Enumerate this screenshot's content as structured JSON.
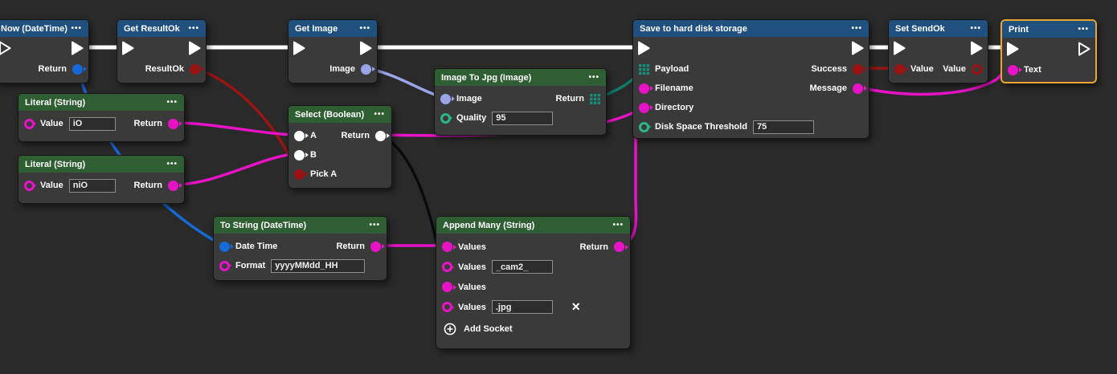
{
  "icons": {
    "menu": "•••",
    "delete_socket": "✕"
  },
  "colors": {
    "canvas_bg": "#2a2a2a",
    "node_bg": "#3a3a3a",
    "header_blue": "#20507e",
    "header_green": "#2f5e33",
    "selected_border": "#eda52f",
    "type_string": "#e813c6",
    "type_boolean_result": "#9b1312",
    "type_datetime": "#1769d6",
    "type_image": "#9aa5e9",
    "type_bytes": "#14917b",
    "type_number": "#2bb889",
    "type_generic": "#ffffff",
    "wire_exec": "#ffffff",
    "wire_black": "#0b0b0b"
  },
  "nodes": {
    "now": {
      "title": "Now (DateTime)",
      "outputs": {
        "return": "Return"
      }
    },
    "get_resultok": {
      "title": "Get ResultOk",
      "outputs": {
        "resultok": "ResultOk"
      }
    },
    "get_image": {
      "title": "Get Image",
      "outputs": {
        "image": "Image"
      }
    },
    "image_to_jpg": {
      "title": "Image To Jpg (Image)",
      "inputs": {
        "image": "Image",
        "quality": "Quality"
      },
      "outputs": {
        "return": "Return"
      },
      "fields": {
        "quality": "95"
      }
    },
    "select": {
      "title": "Select (Boolean)",
      "inputs": {
        "a": "A",
        "b": "B",
        "pick_a": "Pick A"
      },
      "outputs": {
        "return": "Return"
      }
    },
    "literal1": {
      "title": "Literal (String)",
      "inputs": {
        "value": "Value"
      },
      "outputs": {
        "return": "Return"
      },
      "fields": {
        "value": "iO"
      }
    },
    "literal2": {
      "title": "Literal (String)",
      "inputs": {
        "value": "Value"
      },
      "outputs": {
        "return": "Return"
      },
      "fields": {
        "value": "niO"
      }
    },
    "to_string": {
      "title": "To String (DateTime)",
      "inputs": {
        "date_time": "Date Time",
        "format": "Format"
      },
      "outputs": {
        "return": "Return"
      },
      "fields": {
        "format": "yyyyMMdd_HH"
      }
    },
    "append_many": {
      "title": "Append Many (String)",
      "inputs": {
        "values1": "Values",
        "values2": "Values",
        "values3": "Values",
        "values4": "Values"
      },
      "outputs": {
        "return": "Return"
      },
      "fields": {
        "values2": "_cam2_",
        "values4": ".jpg"
      },
      "add_socket_label": "Add Socket"
    },
    "save": {
      "title": "Save to hard disk storage",
      "inputs": {
        "payload": "Payload",
        "filename": "Filename",
        "directory": "Directory",
        "disk_space_threshold": "Disk Space Threshold"
      },
      "outputs": {
        "success": "Success",
        "message": "Message"
      },
      "fields": {
        "disk_space_threshold": "75"
      }
    },
    "set_sendok": {
      "title": "Set SendOk",
      "inputs": {
        "value": "Value"
      },
      "outputs": {
        "value": "Value"
      }
    },
    "print": {
      "title": "Print",
      "selected": true,
      "inputs": {
        "text": "Text"
      }
    }
  },
  "connections": [
    {
      "from": "now.exec",
      "to": "get_resultok.exec",
      "type": "exec"
    },
    {
      "from": "get_resultok.exec",
      "to": "get_image.exec",
      "type": "exec"
    },
    {
      "from": "get_image.exec",
      "to": "save.exec",
      "type": "exec"
    },
    {
      "from": "save.exec",
      "to": "set_sendok.exec",
      "type": "exec"
    },
    {
      "from": "set_sendok.exec",
      "to": "print.exec",
      "type": "exec"
    },
    {
      "from": "now.return",
      "to": "to_string.date_time",
      "type": "datetime"
    },
    {
      "from": "get_resultok.resultok",
      "to": "select.pick_a",
      "type": "boolean"
    },
    {
      "from": "literal1.return",
      "to": "select.a",
      "type": "string"
    },
    {
      "from": "literal2.return",
      "to": "select.b",
      "type": "string"
    },
    {
      "from": "get_image.image",
      "to": "image_to_jpg.image",
      "type": "image"
    },
    {
      "from": "select.return",
      "to": "save.directory",
      "type": "string"
    },
    {
      "from": "select.return",
      "to": "append_many.values3",
      "type": "generic"
    },
    {
      "from": "to_string.return",
      "to": "append_many.values1",
      "type": "string"
    },
    {
      "from": "image_to_jpg.return",
      "to": "save.payload",
      "type": "bytes"
    },
    {
      "from": "append_many.return",
      "to": "save.filename",
      "type": "string"
    },
    {
      "from": "save.success",
      "to": "set_sendok.value",
      "type": "boolean"
    },
    {
      "from": "save.message",
      "to": "print.text",
      "type": "string"
    }
  ]
}
